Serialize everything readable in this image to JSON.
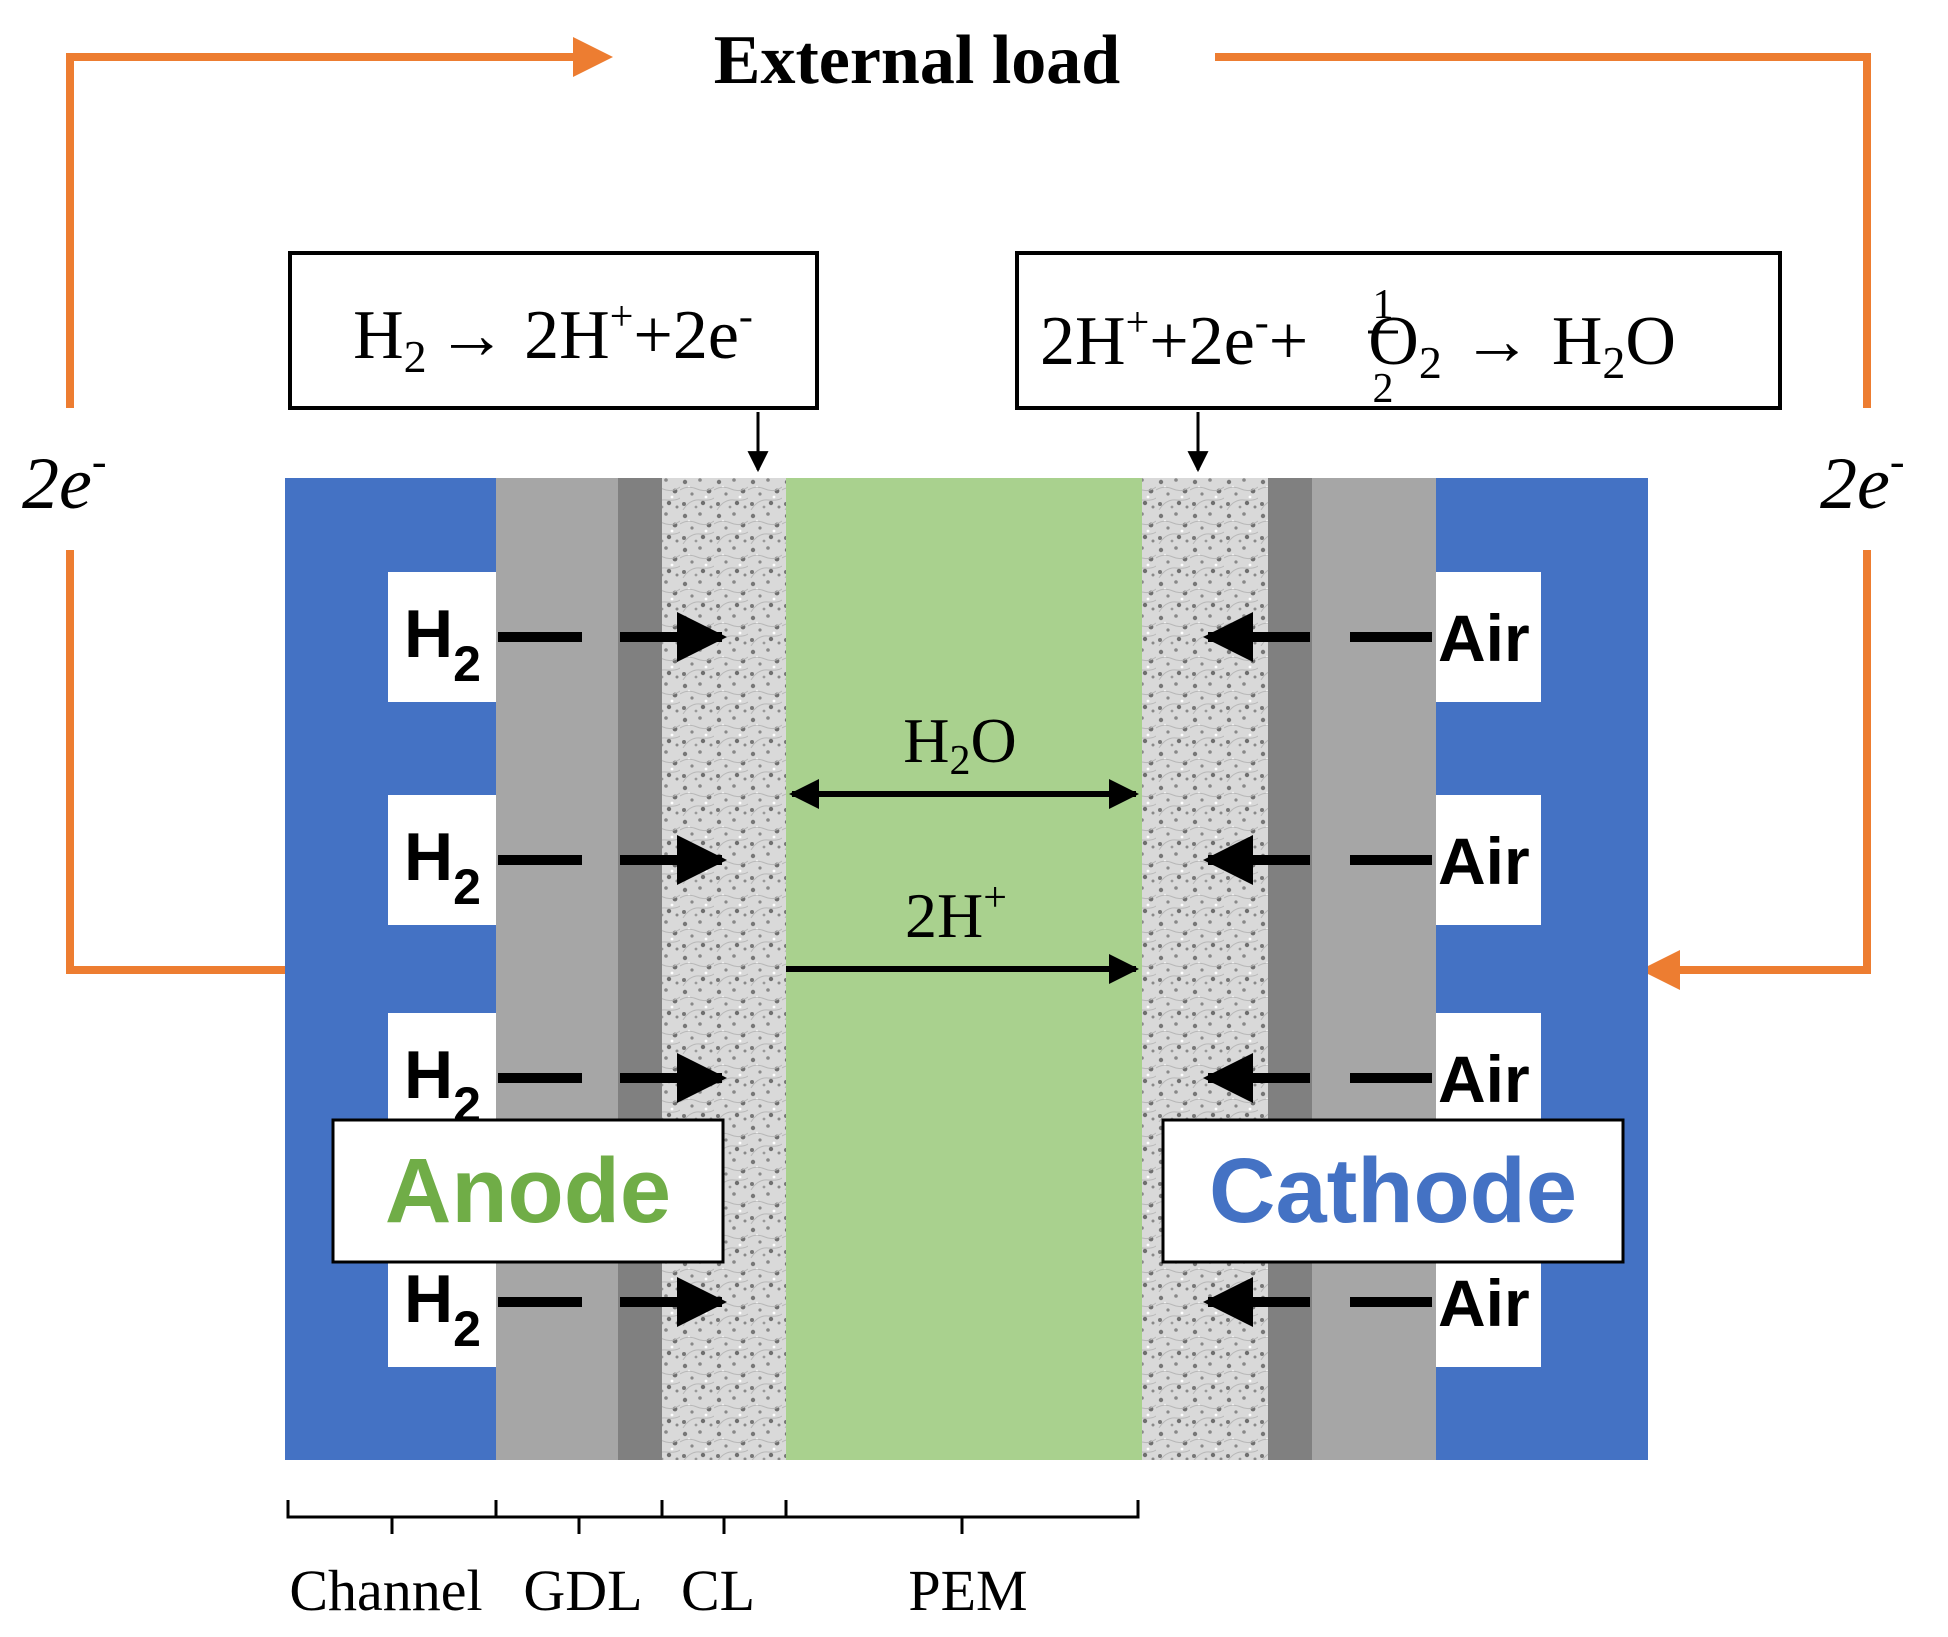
{
  "external_load": "External load",
  "electron_left": {
    "base": "2e",
    "sup": "-"
  },
  "electron_right": {
    "base": "2e",
    "sup": "-"
  },
  "reactions": {
    "anode": {
      "h": "H",
      "sub2": "2",
      "arrow": "→",
      "lead": " 2H",
      "sup_plus": "+",
      "mid": "+2e",
      "sup_minus": "-"
    },
    "cathode": {
      "lead": "2H",
      "sup_plus": "+",
      "mid1": "+2e",
      "sup_minus": "-",
      "plus": "+",
      "num": "1",
      "den": "2",
      "o": "O",
      "sub2": "2",
      "arrow": "→",
      "h": "H",
      "sub2b": "2",
      "o2": "O"
    }
  },
  "anode_gas": {
    "base": "H",
    "sub": "2"
  },
  "cathode_gas": "Air",
  "membrane": {
    "water": {
      "base": "H",
      "sub": "2",
      "tail": "O"
    },
    "proton": {
      "base": "2H",
      "sup": "+"
    }
  },
  "anode_label": "Anode",
  "cathode_label": "Cathode",
  "layer_labels": {
    "channel": "Channel",
    "gdl": "GDL",
    "cl": "CL",
    "pem": "PEM"
  },
  "colors": {
    "circuit": "#ED7D31",
    "channel": "#4472C4",
    "gdl": "#A6A6A6",
    "mpl": "#808080",
    "cl": "#D9D9D9",
    "pem": "#A9D18E",
    "anode_text": "#70AD47",
    "cathode_text": "#4472C4",
    "arrow": "#000000"
  }
}
